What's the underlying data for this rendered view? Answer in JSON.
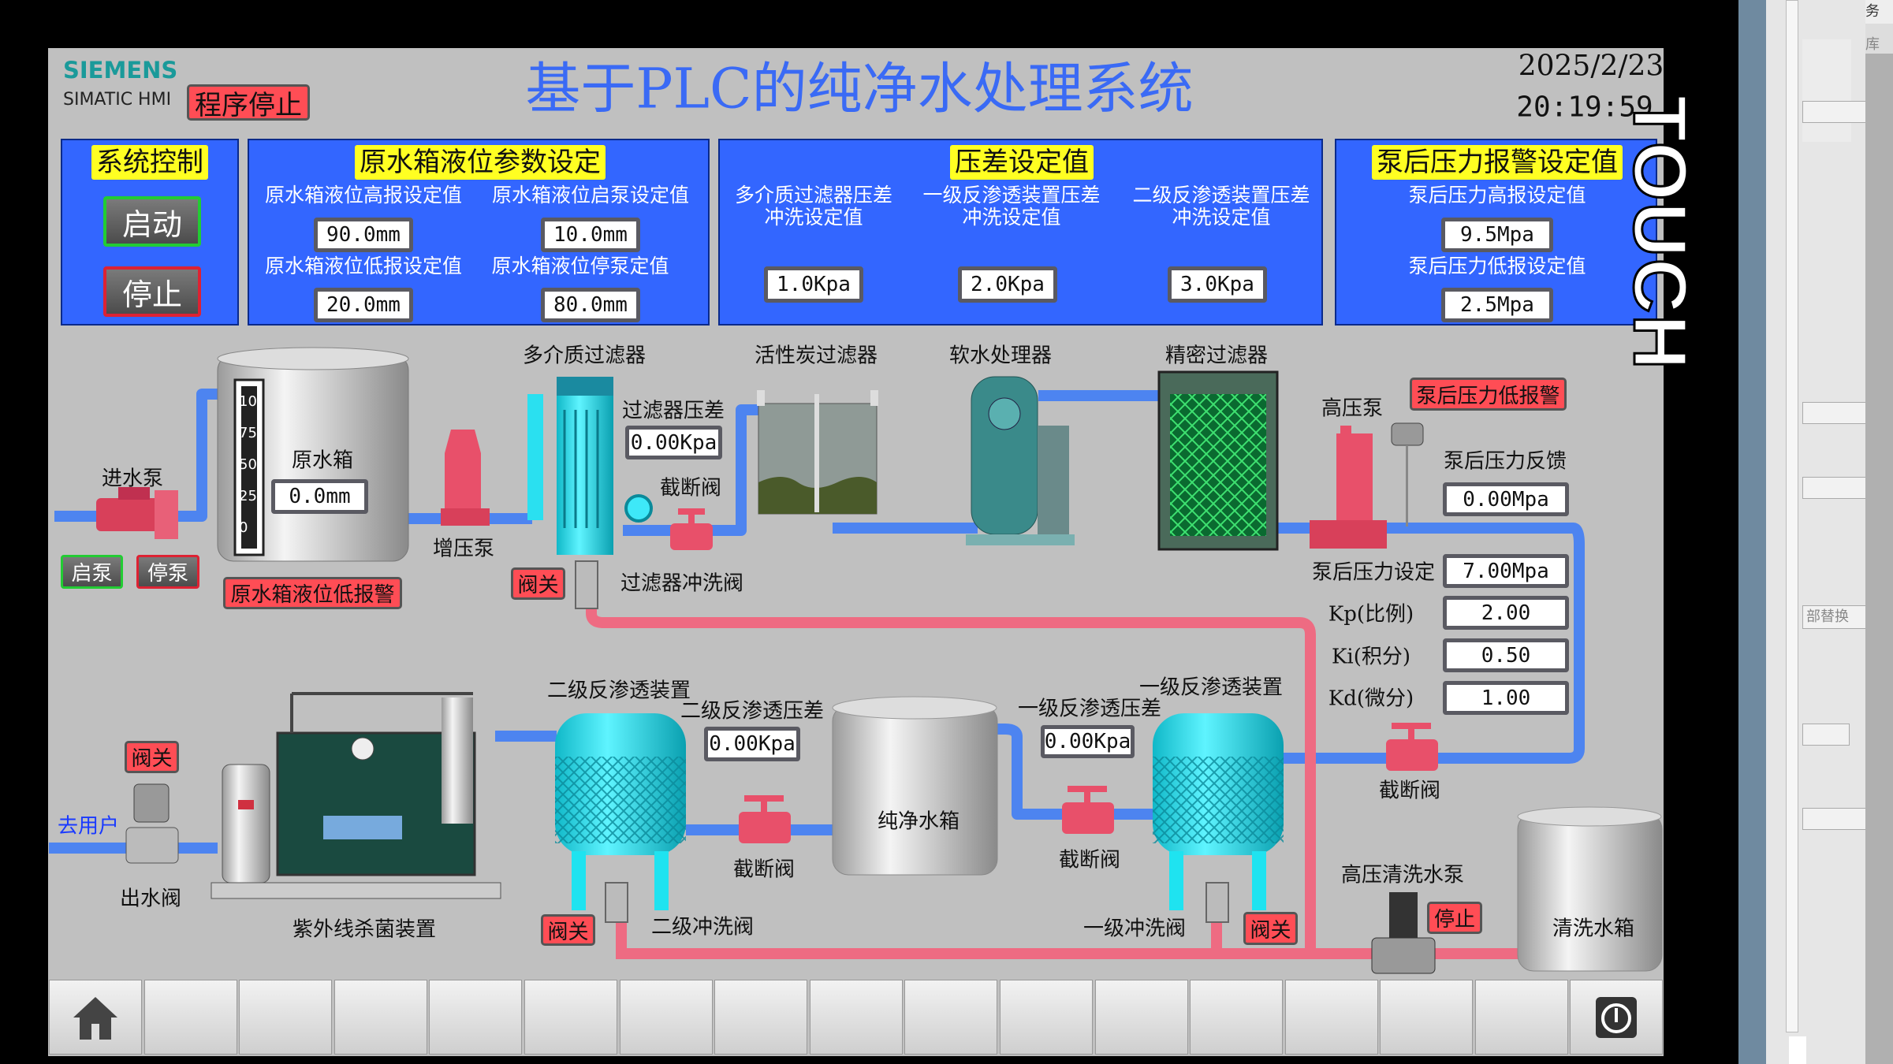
{
  "header": {
    "brand": "SIEMENS",
    "brand_sub": "SIMATIC HMI",
    "program_status": "程序停止",
    "title": "基于PLC的纯净水处理系统",
    "date": "2025/2/23",
    "time": "20:19:59"
  },
  "system_control": {
    "title": "系统控制",
    "start": "启动",
    "stop": "停止"
  },
  "raw_tank_settings": {
    "title": "原水箱液位参数设定",
    "high_alarm_label": "原水箱液位高报设定值",
    "high_alarm_value": "90.0mm",
    "pump_start_label": "原水箱液位启泵设定值",
    "pump_start_value": "10.0mm",
    "low_alarm_label": "原水箱液位低报设定值",
    "low_alarm_value": "20.0mm",
    "pump_stop_label": "原水箱液位停泵定值",
    "pump_stop_value": "80.0mm"
  },
  "pressure_diff_settings": {
    "title": "压差设定值",
    "items": [
      {
        "label1": "多介质过滤器压差",
        "label2": "冲洗设定值",
        "value": "1.0Kpa"
      },
      {
        "label1": "一级反渗透装置压差",
        "label2": "冲洗设定值",
        "value": "2.0Kpa"
      },
      {
        "label1": "二级反渗透装置压差",
        "label2": "冲洗设定值",
        "value": "3.0Kpa"
      }
    ]
  },
  "pump_pressure_alarm": {
    "title": "泵后压力报警设定值",
    "high_label": "泵后压力高报设定值",
    "high_value": "9.5Mpa",
    "low_label": "泵后压力低报设定值",
    "low_value": "2.5Mpa"
  },
  "process": {
    "inlet_pump": "进水泵",
    "start_pump": "启泵",
    "stop_pump": "停泵",
    "raw_tank": "原水箱",
    "raw_tank_level": "0.0mm",
    "gauge_ticks": [
      "10",
      "75",
      "50",
      "25",
      "0"
    ],
    "raw_tank_low_alarm": "原水箱液位低报警",
    "booster_pump": "增压泵",
    "multi_filter": "多介质过滤器",
    "filter_dp_label": "过滤器压差",
    "filter_dp_value": "0.00Kpa",
    "shutoff_valve": "截断阀",
    "valve_closed": "阀关",
    "filter_flush_valve": "过滤器冲洗阀",
    "carbon_filter": "活性炭过滤器",
    "softener": "软水处理器",
    "precision_filter": "精密过滤器",
    "hp_pump": "高压泵",
    "pump_low_alarm": "泵后压力低报警",
    "pressure_feedback_label": "泵后压力反馈",
    "pressure_feedback_value": "0.00Mpa",
    "pressure_set_label": "泵后压力设定",
    "pressure_set_value": "7.00Mpa",
    "kp_label": "Kp(比例)",
    "kp_value": "2.00",
    "ki_label": "Ki(积分)",
    "ki_value": "0.50",
    "kd_label": "Kd(微分)",
    "kd_value": "1.00",
    "ro1": "一级反渗透装置",
    "ro1_dp_label": "一级反渗透压差",
    "ro1_dp_value": "0.00Kpa",
    "ro1_flush": "一级冲洗阀",
    "ro2": "二级反渗透装置",
    "ro2_dp_label": "二级反渗透压差",
    "ro2_dp_value": "0.00Kpa",
    "ro2_flush": "二级冲洗阀",
    "pure_tank": "纯净水箱",
    "uv": "紫外线杀菌装置",
    "to_user": "去用户",
    "outlet_valve": "出水阀",
    "wash_pump": "高压清洗水泵",
    "wash_pump_state": "停止",
    "wash_tank": "清洗水箱"
  },
  "nav": {
    "home_icon": "home-icon",
    "power_icon": "power-icon"
  },
  "side": {
    "touch_label": "TOUCH",
    "replace_all_label": "部替换",
    "tab1": "务",
    "tab2": "库"
  },
  "colors": {
    "panel_blue": "#3366ff",
    "title_yellow": "#ffff22",
    "alarm_red": "#ff4d55",
    "water_pipe": "#4d84f0",
    "wash_pipe": "#ee6b82",
    "equipment_cyan": "#1fe3f0"
  }
}
